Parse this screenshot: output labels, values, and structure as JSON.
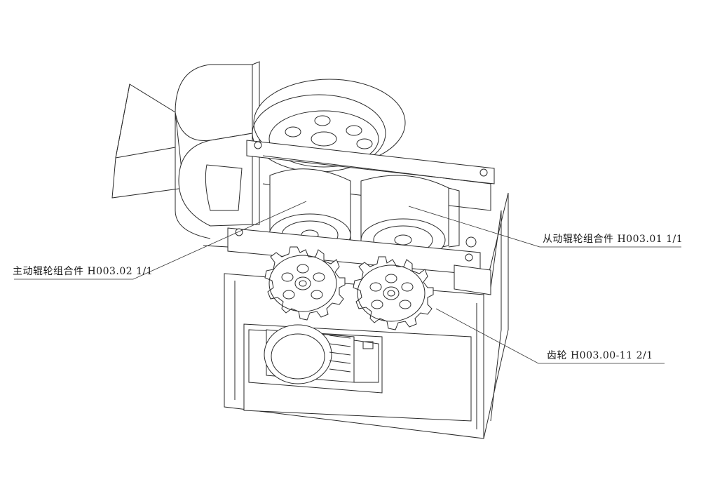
{
  "callouts": {
    "driven_roller": "从动辊轮组合件 H003.01 1/1",
    "drive_roller": "主动辊轮组合件 H003.02 1/1",
    "gear": "齿轮 H003.00-11 2/1"
  }
}
